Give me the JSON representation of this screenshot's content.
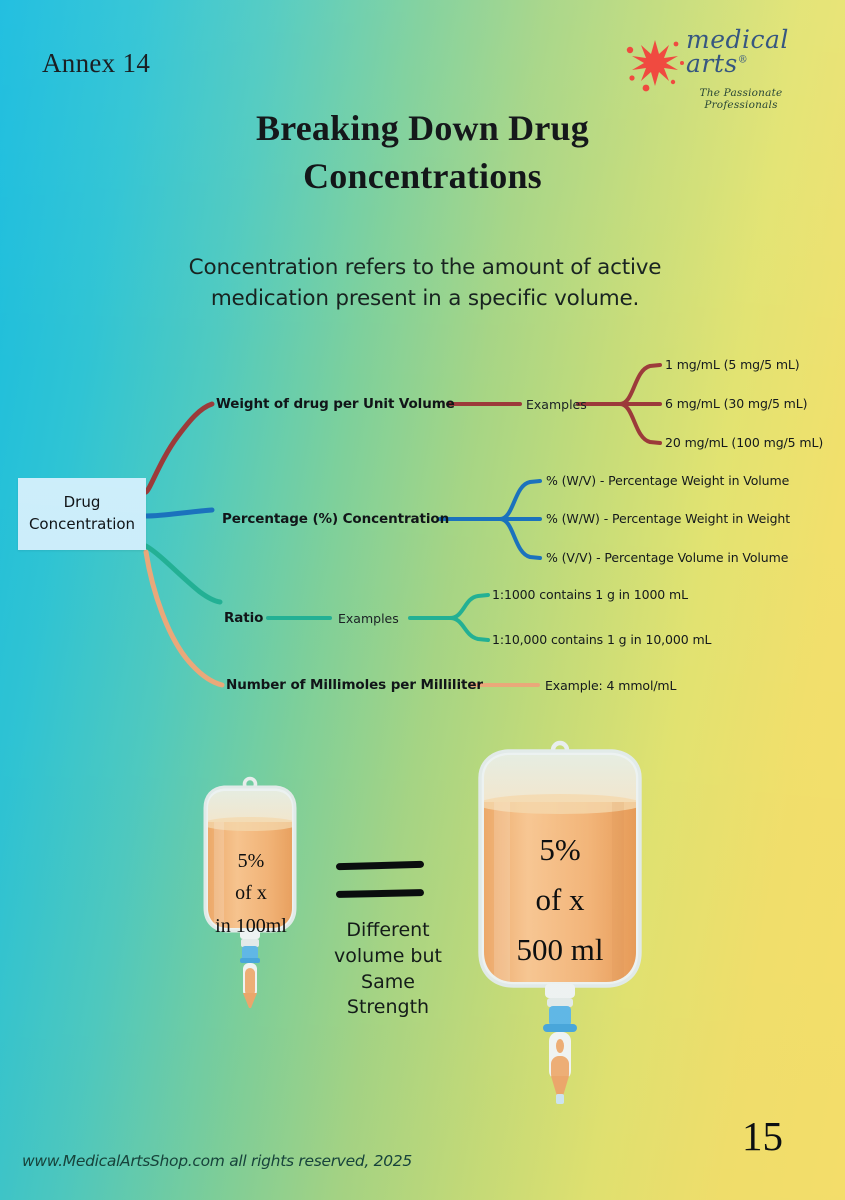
{
  "header": {
    "annex_label": "Annex 14",
    "logo": {
      "brand_line1": "medical",
      "brand_line2": "arts",
      "registered_mark": "®",
      "tagline": "The Passionate Professionals",
      "splat_color": "#ef4136",
      "word_color": "#2c4e7a"
    },
    "title_line1": "Breaking Down Drug",
    "title_line2": "Concentrations"
  },
  "subtitle": {
    "line1": "Concentration refers to the amount of active",
    "line2": "medication present in a specific volume."
  },
  "mindmap": {
    "center_line1": "Drug",
    "center_line2": "Concentration",
    "center_fill": "#cdeefb",
    "branches": [
      {
        "label": "Weight of drug per Unit Volume",
        "color": "#9c3a3a",
        "mid_label": "Examples",
        "leaves": [
          "1 mg/mL (5 mg/5 mL)",
          "6 mg/mL (30 mg/5 mL)",
          "20 mg/mL (100 mg/5 mL)"
        ]
      },
      {
        "label": "Percentage (%) Concentration",
        "color": "#1b72bd",
        "mid_label": "",
        "leaves": [
          "% (W/V) - Percentage Weight in Volume",
          "% (W/W) - Percentage Weight in Weight",
          "% (V/V) - Percentage Volume in Volume"
        ]
      },
      {
        "label": "Ratio",
        "color": "#23b195",
        "mid_label": "Examples",
        "leaves": [
          "1:1000 contains 1 g in 1000 mL",
          "1:10,000 contains 1 g in 10,000 mL"
        ]
      },
      {
        "label": "Number of Millimoles per Milliliter",
        "color": "#eba97a",
        "mid_label": "",
        "leaves": [
          "Example: 4 mmol/mL"
        ]
      }
    ]
  },
  "illustration": {
    "small_bag": {
      "line1": "5%",
      "line2": "of x",
      "line3": "in 100ml",
      "fluid_color": "#f5b87b",
      "bag_outline": "#eef3f3"
    },
    "large_bag": {
      "line1": "5%",
      "line2": "of x",
      "line3": "500 ml",
      "fluid_color": "#f5b87b",
      "bag_outline": "#eef3f3"
    },
    "equals_symbol": "=",
    "caption_line1": "Different",
    "caption_line2": "volume but",
    "caption_line3": "Same",
    "caption_line4": "Strength"
  },
  "footer": {
    "copyright": "www.MedicalArtsShop.com all rights reserved, 2025",
    "page_number": "15"
  },
  "theme": {
    "bg_top_left": "#18bcdf",
    "bg_top_right": "#f7e06b",
    "bg_mid": "#8ed291"
  }
}
